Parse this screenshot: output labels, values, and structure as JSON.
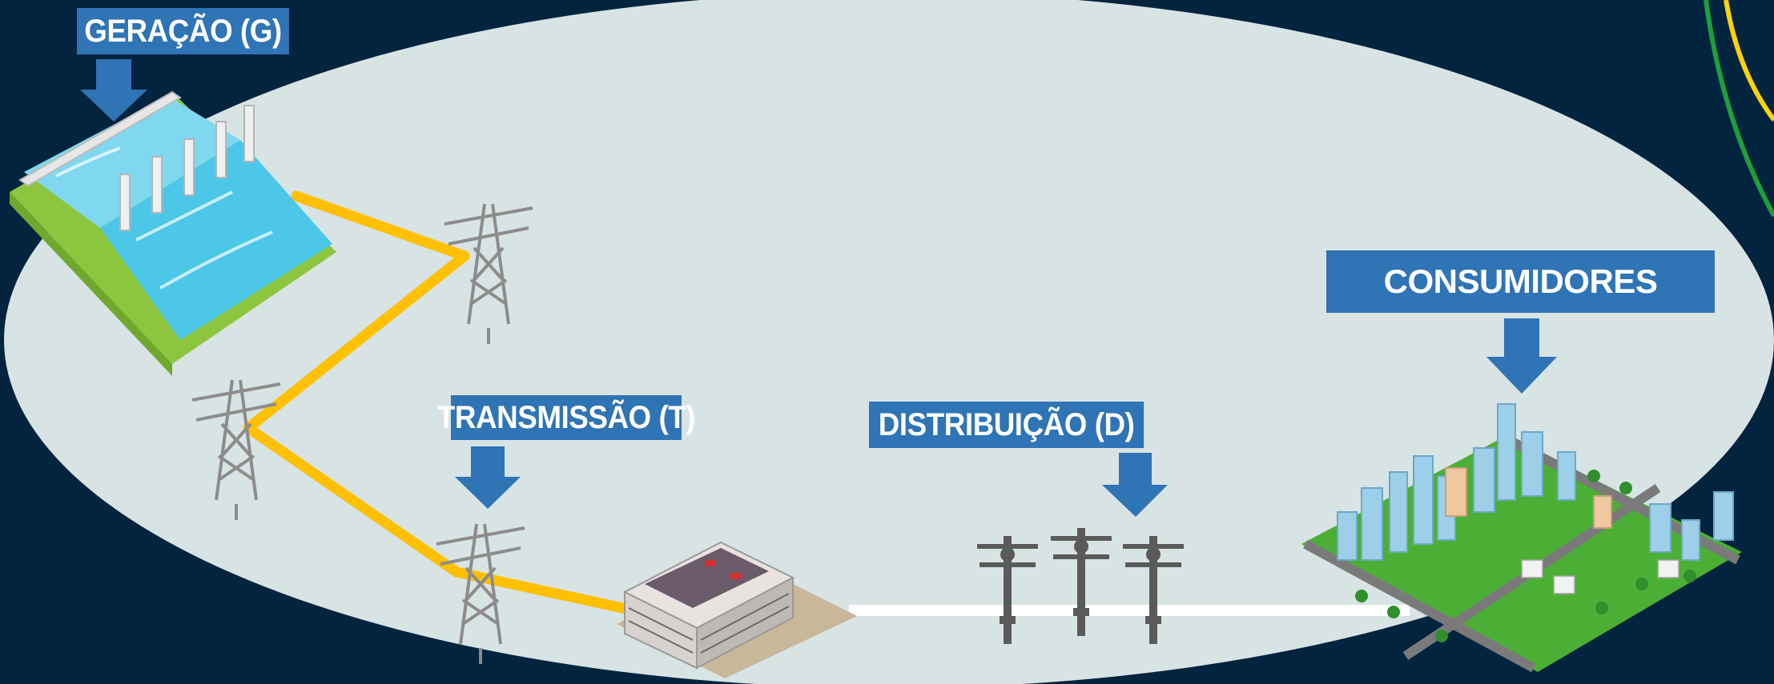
{
  "colors": {
    "background": "#02243f",
    "ellipse": "#d8e3e4",
    "label_bg": "#2f74b5",
    "arrow": "#2f74b5",
    "transmission_line": "#ffc000",
    "distribution_line": "#ffffff",
    "corner_arc_green": "#1e9f3a",
    "corner_arc_yellow": "#ffd400"
  },
  "labels": {
    "generation": "GERAÇÃO (G)",
    "transmission": "TRANSMISSÃO (T)",
    "distribution": "DISTRIBUIÇÃO (D)",
    "consumers": "CONSUMIDORES"
  },
  "icons": {
    "plant": "hydroelectric-dam-icon",
    "tower": "transmission-tower-icon",
    "substation": "substation-building-icon",
    "pole": "distribution-pole-icon",
    "city": "city-icon"
  }
}
